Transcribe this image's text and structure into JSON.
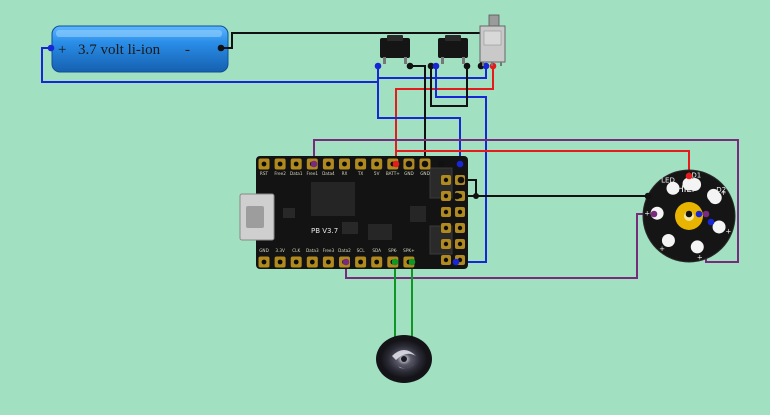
{
  "battery": {
    "plus": "+",
    "label": "3.7 volt li-ion",
    "minus": "-"
  },
  "board": {
    "version": "PB V3.7",
    "top_pins": [
      "RST",
      "Free2",
      "Data1",
      "Free1",
      "Data4",
      "RX",
      "TX",
      "5V",
      "BATT+",
      "GND",
      "GND"
    ],
    "bottom_pins": [
      "GND",
      "3.3V",
      "CLK",
      "Data3",
      "Free3",
      "Data2",
      "SCL",
      "SDA",
      "SPK-",
      "SPK+"
    ]
  },
  "led_board": {
    "title": "HILT",
    "pads": [
      "+",
      "+",
      "+",
      "+",
      "+",
      "+",
      "LED",
      "D1",
      "D2"
    ]
  },
  "colors": {
    "background": "#a1e0c1",
    "red": "#e61c1c",
    "blue": "#1727d6",
    "black": "#111111",
    "purple": "#7a2a7e",
    "green": "#109624"
  }
}
